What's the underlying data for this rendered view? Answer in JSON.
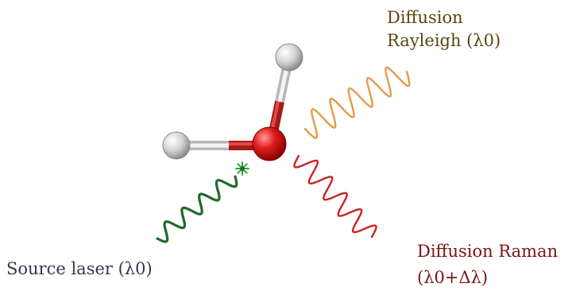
{
  "labels": {
    "rayleigh_line1": "Diffusion",
    "rayleigh_line2": "Rayleigh (λ0)",
    "raman_line1": "Diffusion Raman",
    "raman_line2": "(λ0+Δλ)",
    "source": "Source laser (λ0)"
  },
  "colors": {
    "laser_wave": "#1e6b2a",
    "impact_star": "#2aa83a",
    "rayleigh_wave": "#e59a4a",
    "raman_wave": "#cc2222",
    "oxygen_atom": "#d21e1e",
    "hydrogen_atom": "#c8c8c8",
    "bond": "#a61a1a"
  }
}
